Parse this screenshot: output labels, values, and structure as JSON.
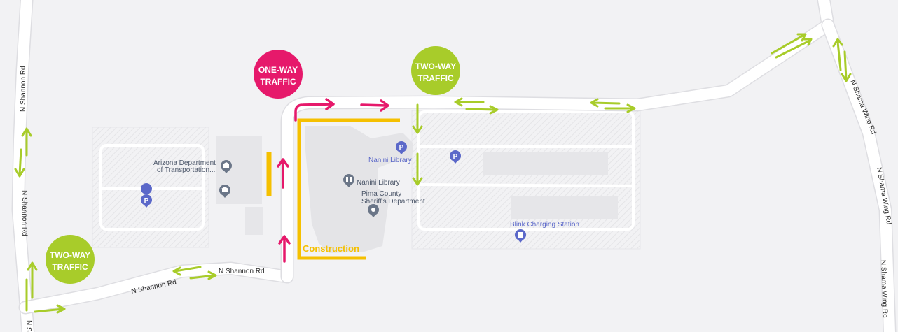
{
  "roads": {
    "shannon_top": "N Shannon Rd",
    "shannon_mid": "N Shannon Rd",
    "shannon_bottom": "N S",
    "shannon_sw": "N Shannon Rd",
    "shannon_s": "N Shannon Rd",
    "shama_1": "N Shama Wing Rd",
    "shama_2": "N Shama Wing Rd",
    "shama_3": "N Shama Wing Rd"
  },
  "pois": {
    "adot_line1": "Arizona Department",
    "adot_line2": "of Transportation...",
    "library_top": "Nanini Library",
    "library_center": "Nanini Library",
    "sheriff_line1": "Pima County",
    "sheriff_line2": "Sheriff's Department",
    "blink": "Blink Charging Station"
  },
  "badges": {
    "one_way_line1": "ONE-WAY",
    "one_way_line2": "TRAFFIC",
    "two_way_top_line1": "TWO-WAY",
    "two_way_top_line2": "TRAFFIC",
    "two_way_left_line1": "TWO-WAY",
    "two_way_left_line2": "TRAFFIC"
  },
  "construction_label": "Construction",
  "parking_symbol": "P",
  "colors": {
    "one_way": "#e6196b",
    "two_way": "#a8cc2a",
    "construction": "#f5c000",
    "road": "#ffffff",
    "background": "#f2f2f4",
    "poi_blue": "#5b68c9"
  }
}
